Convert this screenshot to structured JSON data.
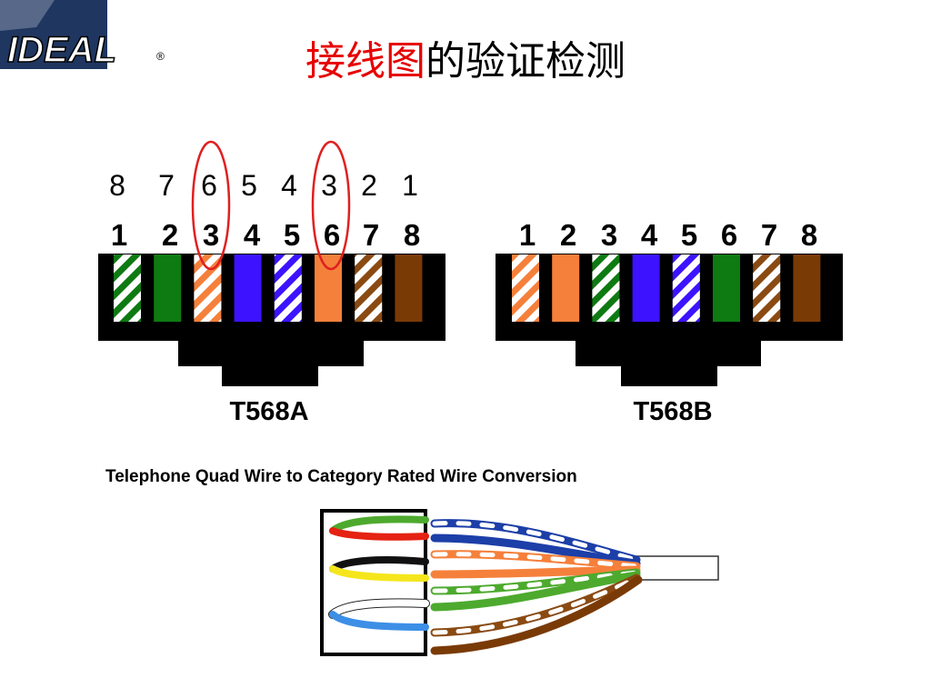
{
  "logo": {
    "text": "IDEAL",
    "registered": "®",
    "bg_color": "#1f3660"
  },
  "title": {
    "highlight": "接线图",
    "rest": "的验证检测",
    "highlight_color": "#e60000"
  },
  "pinout": {
    "reversed_row": [
      "8",
      "7",
      "6",
      "5",
      "4",
      "3",
      "2",
      "1"
    ],
    "forward_row": [
      "1",
      "2",
      "3",
      "4",
      "5",
      "6",
      "7",
      "8"
    ],
    "circled": [
      "6",
      "3"
    ]
  },
  "standards": {
    "a": {
      "label": "T568A",
      "wires": [
        {
          "color": "#0e7a12",
          "striped": true
        },
        {
          "color": "#0e7a12",
          "striped": false
        },
        {
          "color": "#f5803b",
          "striped": true
        },
        {
          "color": "#3d12ff",
          "striped": false
        },
        {
          "color": "#3d12ff",
          "striped": true
        },
        {
          "color": "#f5803b",
          "striped": false
        },
        {
          "color": "#8a4a12",
          "striped": true
        },
        {
          "color": "#7a3a06",
          "striped": false
        }
      ]
    },
    "b": {
      "label": "T568B",
      "wires": [
        {
          "color": "#f5803b",
          "striped": true
        },
        {
          "color": "#f5803b",
          "striped": false
        },
        {
          "color": "#0e7a12",
          "striped": true
        },
        {
          "color": "#3d12ff",
          "striped": false
        },
        {
          "color": "#3d12ff",
          "striped": true
        },
        {
          "color": "#0e7a12",
          "striped": false
        },
        {
          "color": "#8a4a12",
          "striped": true
        },
        {
          "color": "#7a3a06",
          "striped": false
        }
      ]
    }
  },
  "conversion": {
    "subtitle": "Telephone Quad Wire to Category Rated Wire Conversion",
    "quad_wires": [
      "#4daa2e",
      "#e52213",
      "#111111",
      "#f5e61c",
      "#ffffff",
      "#3d8fe6"
    ]
  }
}
